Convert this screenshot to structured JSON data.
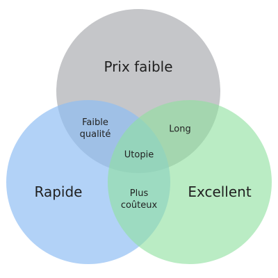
{
  "diagram": {
    "sets": [
      {
        "label": "Prix faible",
        "color": "#a9abaf"
      },
      {
        "label": "Rapide",
        "color": "#8dbcf3"
      },
      {
        "label": "Excellent",
        "color": "#8fe0a0"
      }
    ],
    "intersections": {
      "prix_rapide": "Faible\nqualité",
      "prix_excellent": "Long",
      "rapide_excellent": "Plus\ncoûteux",
      "all": "Utopie"
    }
  }
}
